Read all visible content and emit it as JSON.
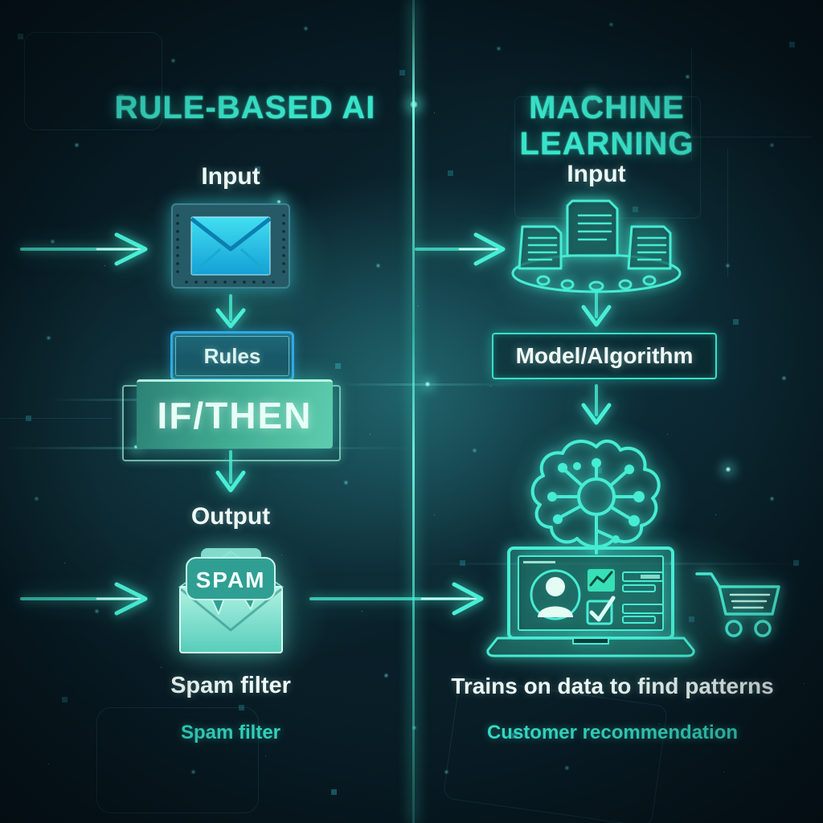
{
  "meta": {
    "description": "Rule-Based AI vs Machine Learning glowing comparison infographic"
  },
  "titles": {
    "left": "RULE-BASED AI",
    "right": "MACHINE LEARNING"
  },
  "left_column": {
    "input_label": "Input",
    "rules_label": "Rules",
    "if_then_label": "IF/THEN",
    "output_label": "Output",
    "spam_badge": "SPAM",
    "caption_primary": "Spam filter",
    "caption_secondary": "Spam filter"
  },
  "right_column": {
    "input_label": "Input",
    "model_label": "Model/Algorithm",
    "caption_primary": "Trains on data to find patterns",
    "caption_secondary": "Customer recommendation"
  },
  "icons": {
    "left_input": "email-envelope-chip-icon",
    "left_output": "spam-envelope-icon",
    "right_input": "documents-data-platform-icon",
    "right_model": "brain-neural-network-icon",
    "right_output": "laptop-profile-icon",
    "right_output_extra": "shopping-cart-icon",
    "flow_arrows": "glowing-arrow-icons"
  },
  "colors": {
    "background": "#081c25",
    "accent": "#46ecd3",
    "title_text": "#38e4ca",
    "primary_text": "#eef9f6",
    "secondary_text": "#35dcc6",
    "rules_border": "#2fa9e2",
    "if_then_fill": "#3fa98f",
    "envelope_fill": "#2fc9e8"
  }
}
